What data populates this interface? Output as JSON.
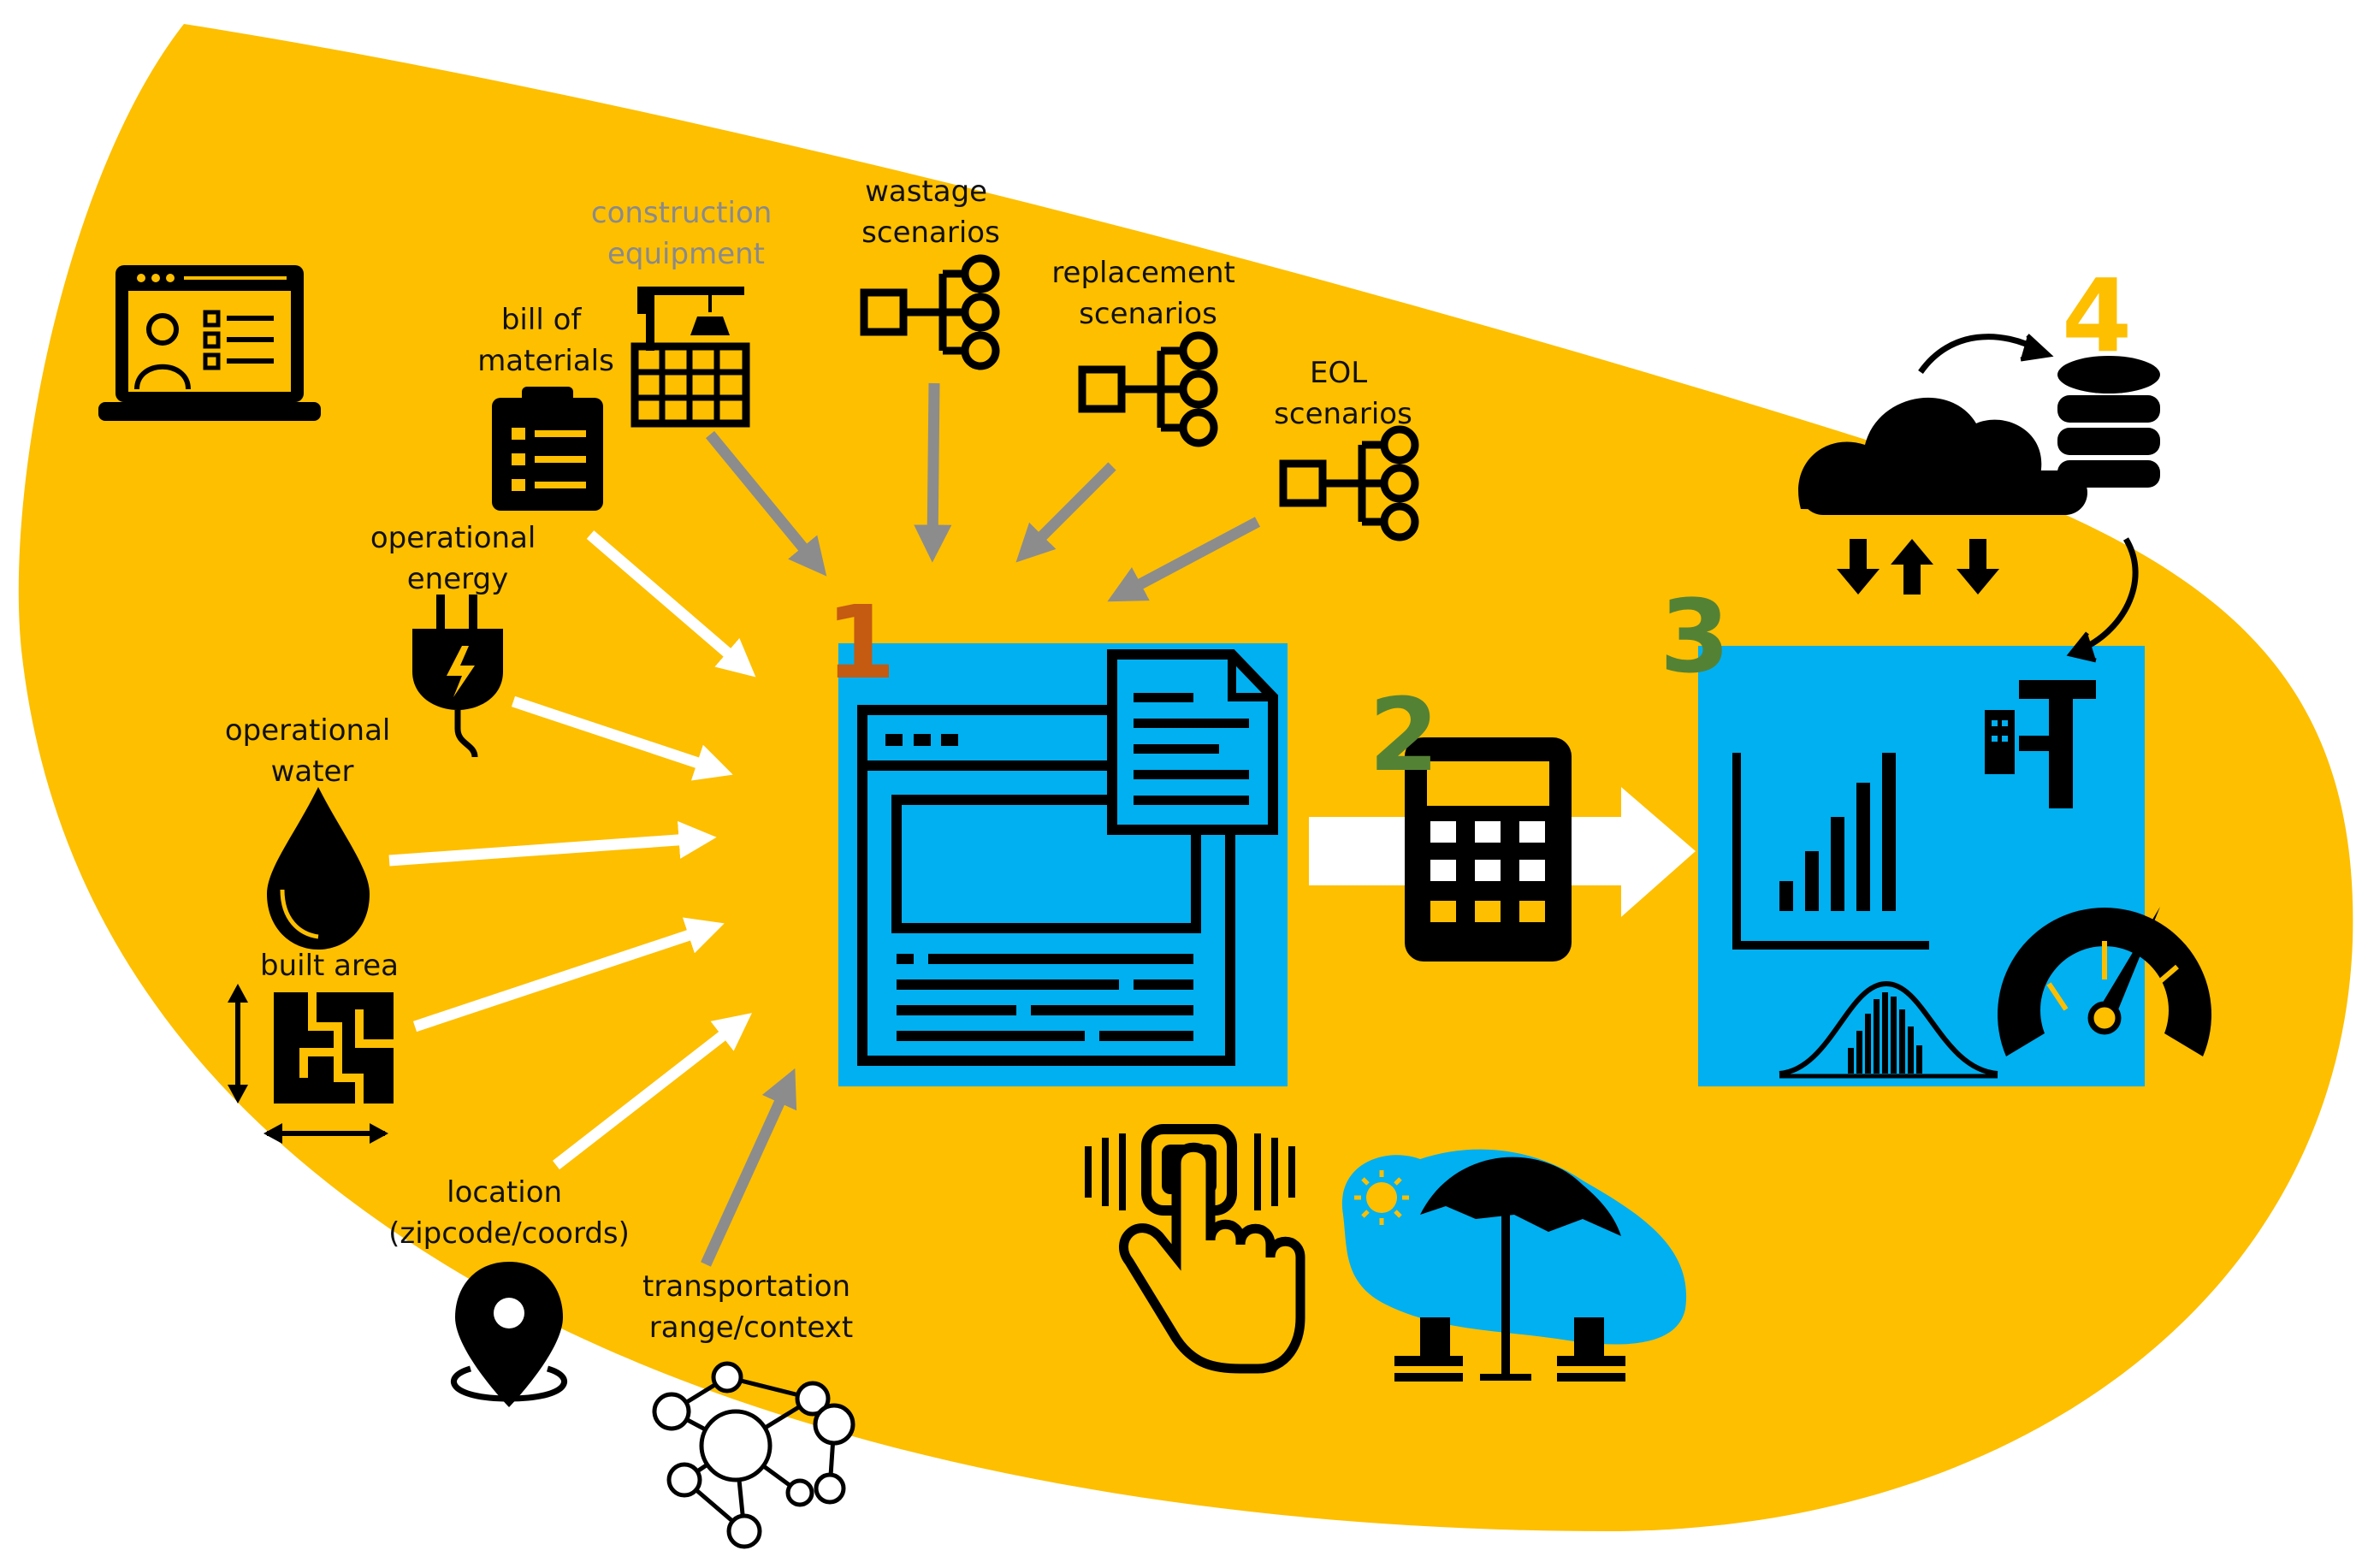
{
  "colors": {
    "background_blob": "#fdbf00",
    "panel": "#00b0f0",
    "icon": "#000000",
    "white_arrow": "#ffffff",
    "gray_arrow": "#8c8c8c",
    "step1": "#c55a11",
    "step2": "#548235",
    "step3": "#548235",
    "step4": "#fdbf00",
    "gray_label": "#8a8a8a"
  },
  "inputs": {
    "construction_equipment": [
      "construction",
      "equipment"
    ],
    "wastage_scenarios": [
      "wastage",
      "scenarios"
    ],
    "replacement_scenarios": [
      "replacement",
      "scenarios"
    ],
    "eol_scenarios": [
      "EOL",
      "scenarios"
    ],
    "bill_of_materials": [
      "bill of",
      "materials"
    ],
    "operational_energy": [
      "operational",
      "energy"
    ],
    "operational_water": [
      "operational",
      "water"
    ],
    "built_area": [
      "built area"
    ],
    "location": [
      "location",
      "(zipcode/coords)"
    ],
    "transportation": [
      "transportation",
      "range/context"
    ]
  },
  "steps": {
    "step1": "1",
    "step2": "2",
    "step3": "3",
    "step4": "4"
  },
  "icons": [
    "laptop-user-icon",
    "clipboard-icon",
    "crane-building-icon",
    "flow-tree-icon",
    "plug-icon",
    "water-drop-icon",
    "floor-plan-icon",
    "location-pin-icon",
    "network-icon",
    "web-form-icon",
    "document-icon",
    "calculator-icon",
    "bar-chart-icon",
    "bell-curve-icon",
    "building-caliper-icon",
    "gauge-icon",
    "cloud-icon",
    "database-icon",
    "touch-hand-icon",
    "beach-umbrella-icon"
  ]
}
